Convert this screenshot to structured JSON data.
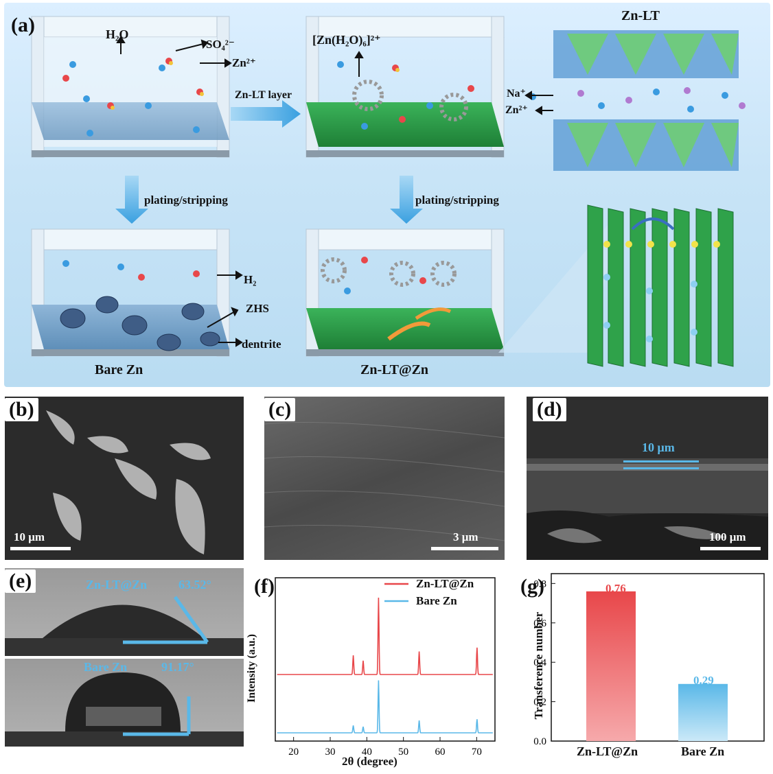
{
  "panel_a": {
    "label": "(a)",
    "h2o": "H₂O",
    "so4": "SO₄²⁻",
    "zn2": "Zn²⁺",
    "zn_h2o": "[Zn(H₂O)₆]²⁺",
    "znlt_layer": "Zn-LT  layer",
    "plating1": "plating/stripping",
    "plating2": "plating/stripping",
    "h2": "H₂",
    "zhs": "ZHS",
    "dentrite": "dentrite",
    "bare_zn": "Bare Zn",
    "znlt_zn": "Zn-LT@Zn",
    "znlt": "Zn-LT",
    "na": "Na⁺",
    "zn2b": "Zn²⁺"
  },
  "panel_b": {
    "label": "(b)",
    "scale": "10 μm"
  },
  "panel_c": {
    "label": "(c)",
    "scale": "3 μm"
  },
  "panel_d": {
    "label": "(d)",
    "scale": "100 μm",
    "thickness": "10 μm"
  },
  "panel_e": {
    "label": "(e)",
    "top_name": "Zn-LT@Zn",
    "top_angle": "63.52°",
    "bottom_name": "Bare Zn",
    "bottom_angle": "91.17°"
  },
  "panel_f": {
    "label": "(f)",
    "legend1": "Zn-LT@Zn",
    "legend2": "Bare Zn",
    "ylabel": "Intensity (a.u.)",
    "xlabel": "2θ (degree)",
    "xticks": [
      "20",
      "30",
      "40",
      "50",
      "60",
      "70"
    ]
  },
  "panel_g": {
    "label": "(g)",
    "ylabel": "Transference number",
    "cat1": "Zn-LT@Zn",
    "cat2": "Bare Zn",
    "val1": "0.76",
    "val2": "0.29",
    "yticks": [
      "0.0",
      "0.2",
      "0.4",
      "0.6",
      "0.8"
    ]
  },
  "colors": {
    "red": "#e8474a",
    "blue": "#5ab8e8",
    "green": "#2f9e4a"
  },
  "chart_data": [
    {
      "type": "line",
      "xlabel": "2θ (degree)",
      "ylabel": "Intensity (a.u.)",
      "xlim": [
        15,
        75
      ],
      "series": [
        {
          "name": "Zn-LT@Zn",
          "peaks": [
            [
              36.3,
              0.25
            ],
            [
              39.0,
              0.18
            ],
            [
              43.2,
              1.0
            ],
            [
              54.3,
              0.3
            ],
            [
              70.1,
              0.35
            ]
          ]
        },
        {
          "name": "Bare Zn",
          "peaks": [
            [
              36.3,
              0.12
            ],
            [
              39.0,
              0.1
            ],
            [
              43.2,
              0.85
            ],
            [
              54.3,
              0.2
            ],
            [
              70.1,
              0.22
            ]
          ]
        }
      ]
    },
    {
      "type": "bar",
      "categories": [
        "Zn-LT@Zn",
        "Bare Zn"
      ],
      "values": [
        0.76,
        0.29
      ],
      "ylabel": "Transference number",
      "ylim": [
        0,
        0.85
      ]
    }
  ]
}
